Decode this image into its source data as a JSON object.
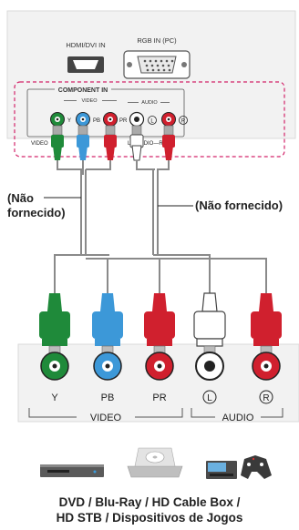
{
  "panel": {
    "hdmi_label": "HDMI/DVI IN",
    "rgb_label": "RGB IN (PC)",
    "component_label": "COMPONENT IN",
    "video_label": "VIDEO",
    "audio_label": "AUDIO",
    "jack_labels": [
      "Y",
      "PB",
      "PR",
      "L",
      "R"
    ],
    "bottom_labels": {
      "video": "VIDEO",
      "audio": "L—AUDIO—R"
    }
  },
  "notes": {
    "left_line1": "(Não",
    "left_line2": "fornecido)",
    "right": "(Não fornecido)"
  },
  "device_panel": {
    "jack_labels": [
      "Y",
      "PB",
      "PR",
      "L",
      "R"
    ],
    "video_label": "VIDEO",
    "audio_label": "AUDIO"
  },
  "cable_colors": {
    "green": "#1f8a3a",
    "blue": "#3c98d8",
    "red": "#d0202e",
    "white": "#f2f2f2",
    "dashed_border": "#d3246a"
  },
  "caption": {
    "line1": "DVD / Blu-Ray / HD Cable Box /",
    "line2": "HD STB / Dispositivos de Jogos"
  }
}
